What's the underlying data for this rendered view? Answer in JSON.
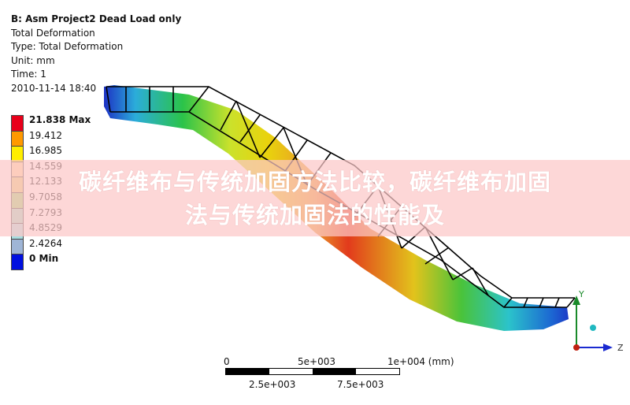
{
  "info": {
    "title": "B: Asm Project2 Dead Load only",
    "result": "Total Deformation",
    "type": "Type: Total Deformation",
    "unit": "Unit: mm",
    "time": "Time: 1",
    "timestamp": "2010-11-14 18:40"
  },
  "legend": {
    "labels": [
      "21.838 Max",
      "19.412",
      "16.985",
      "14.559",
      "12.133",
      "9.7058",
      "7.2793",
      "4.8529",
      "2.4264",
      "0 Min"
    ],
    "colors": [
      "#e8001a",
      "#ff9900",
      "#ffee00",
      "#ffd9a0",
      "#e6cf7a",
      "#9ed877",
      "#9fdcc4",
      "#a8dde0",
      "#9fb5d6",
      "#0010e0"
    ]
  },
  "banner": {
    "line1": "碳纤维布与传统加固方法比较，碳纤维布加固",
    "line2": "法与传统加固法的性能及"
  },
  "scale_bar": {
    "top_labels": [
      "0",
      "5e+003",
      "1e+004 (mm)"
    ],
    "bottom_labels": [
      "2.5e+003",
      "7.5e+003"
    ]
  },
  "triad": {
    "y_label": "Y",
    "z_label": "Z"
  }
}
